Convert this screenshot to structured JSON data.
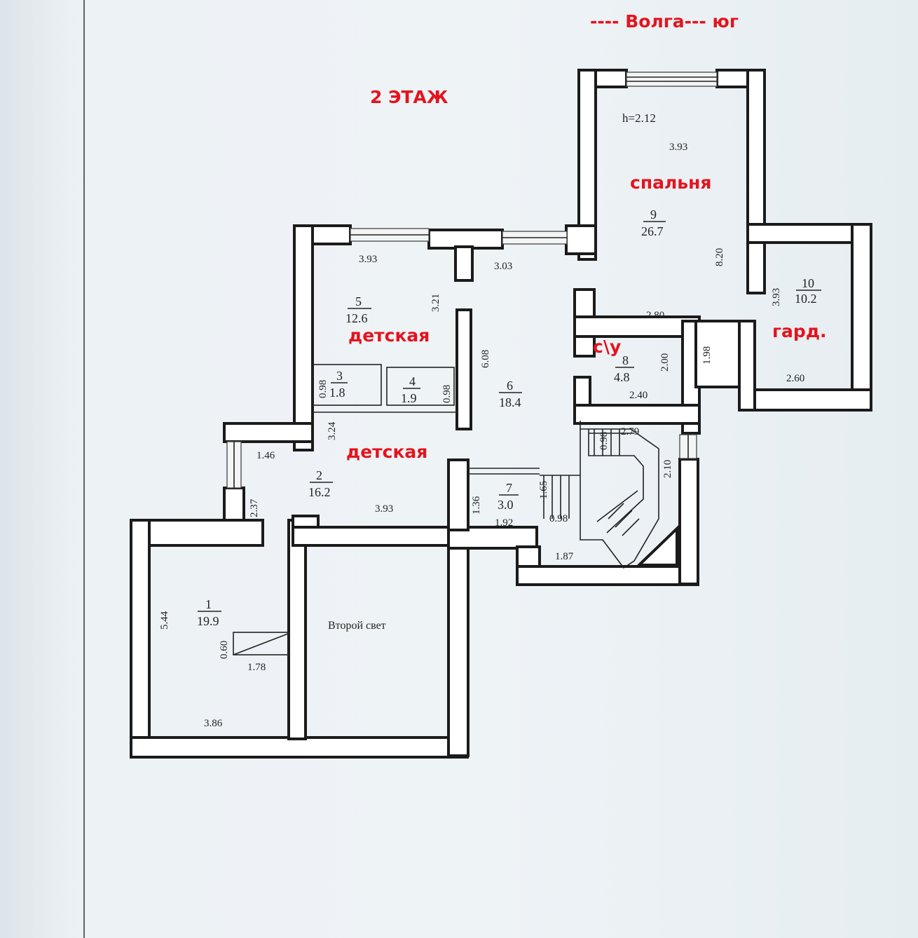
{
  "annotations": {
    "orientation": "---- Волга--- юг",
    "floor": "2 ЭТАЖ",
    "bedroom": "спальня",
    "children_room_top": "детская",
    "children_room_bottom": "детская",
    "bathroom": "с\\у",
    "wardrobe": "гард."
  },
  "ceiling_height": "h=2.12",
  "second_light_label": "Второй свет",
  "rooms": [
    {
      "number": "1",
      "area": "19.9"
    },
    {
      "number": "2",
      "area": "16.2"
    },
    {
      "number": "3",
      "area": "1.8"
    },
    {
      "number": "4",
      "area": "1.9"
    },
    {
      "number": "5",
      "area": "12.6"
    },
    {
      "number": "6",
      "area": "18.4"
    },
    {
      "number": "7",
      "area": "3.0"
    },
    {
      "number": "8",
      "area": "4.8"
    },
    {
      "number": "9",
      "area": "26.7"
    },
    {
      "number": "10",
      "area": "10.2"
    }
  ],
  "dimensions": {
    "d_393_bed": "3.93",
    "d_393_r5": "3.93",
    "d_303": "3.03",
    "d_321": "3.21",
    "d_608": "6.08",
    "d_820": "8.20",
    "d_393_v": "3.93",
    "d_280": "2.80",
    "d_198": "1.98",
    "d_200": "2.00",
    "d_240": "2.40",
    "d_260": "2.60",
    "d_098_a": "0.98",
    "d_098_b": "0.98",
    "d_324": "3.24",
    "d_146": "1.46",
    "d_237": "2.37",
    "d_393_r2": "3.93",
    "d_136": "1.36",
    "d_165": "1.65",
    "d_192": "1.92",
    "d_098_c": "0.98",
    "d_098_d": "0.98",
    "d_279": "2.79",
    "d_210": "2.10",
    "d_187": "1.87",
    "d_544": "5.44",
    "d_060": "0.60",
    "d_178": "1.78",
    "d_386": "3.86"
  }
}
